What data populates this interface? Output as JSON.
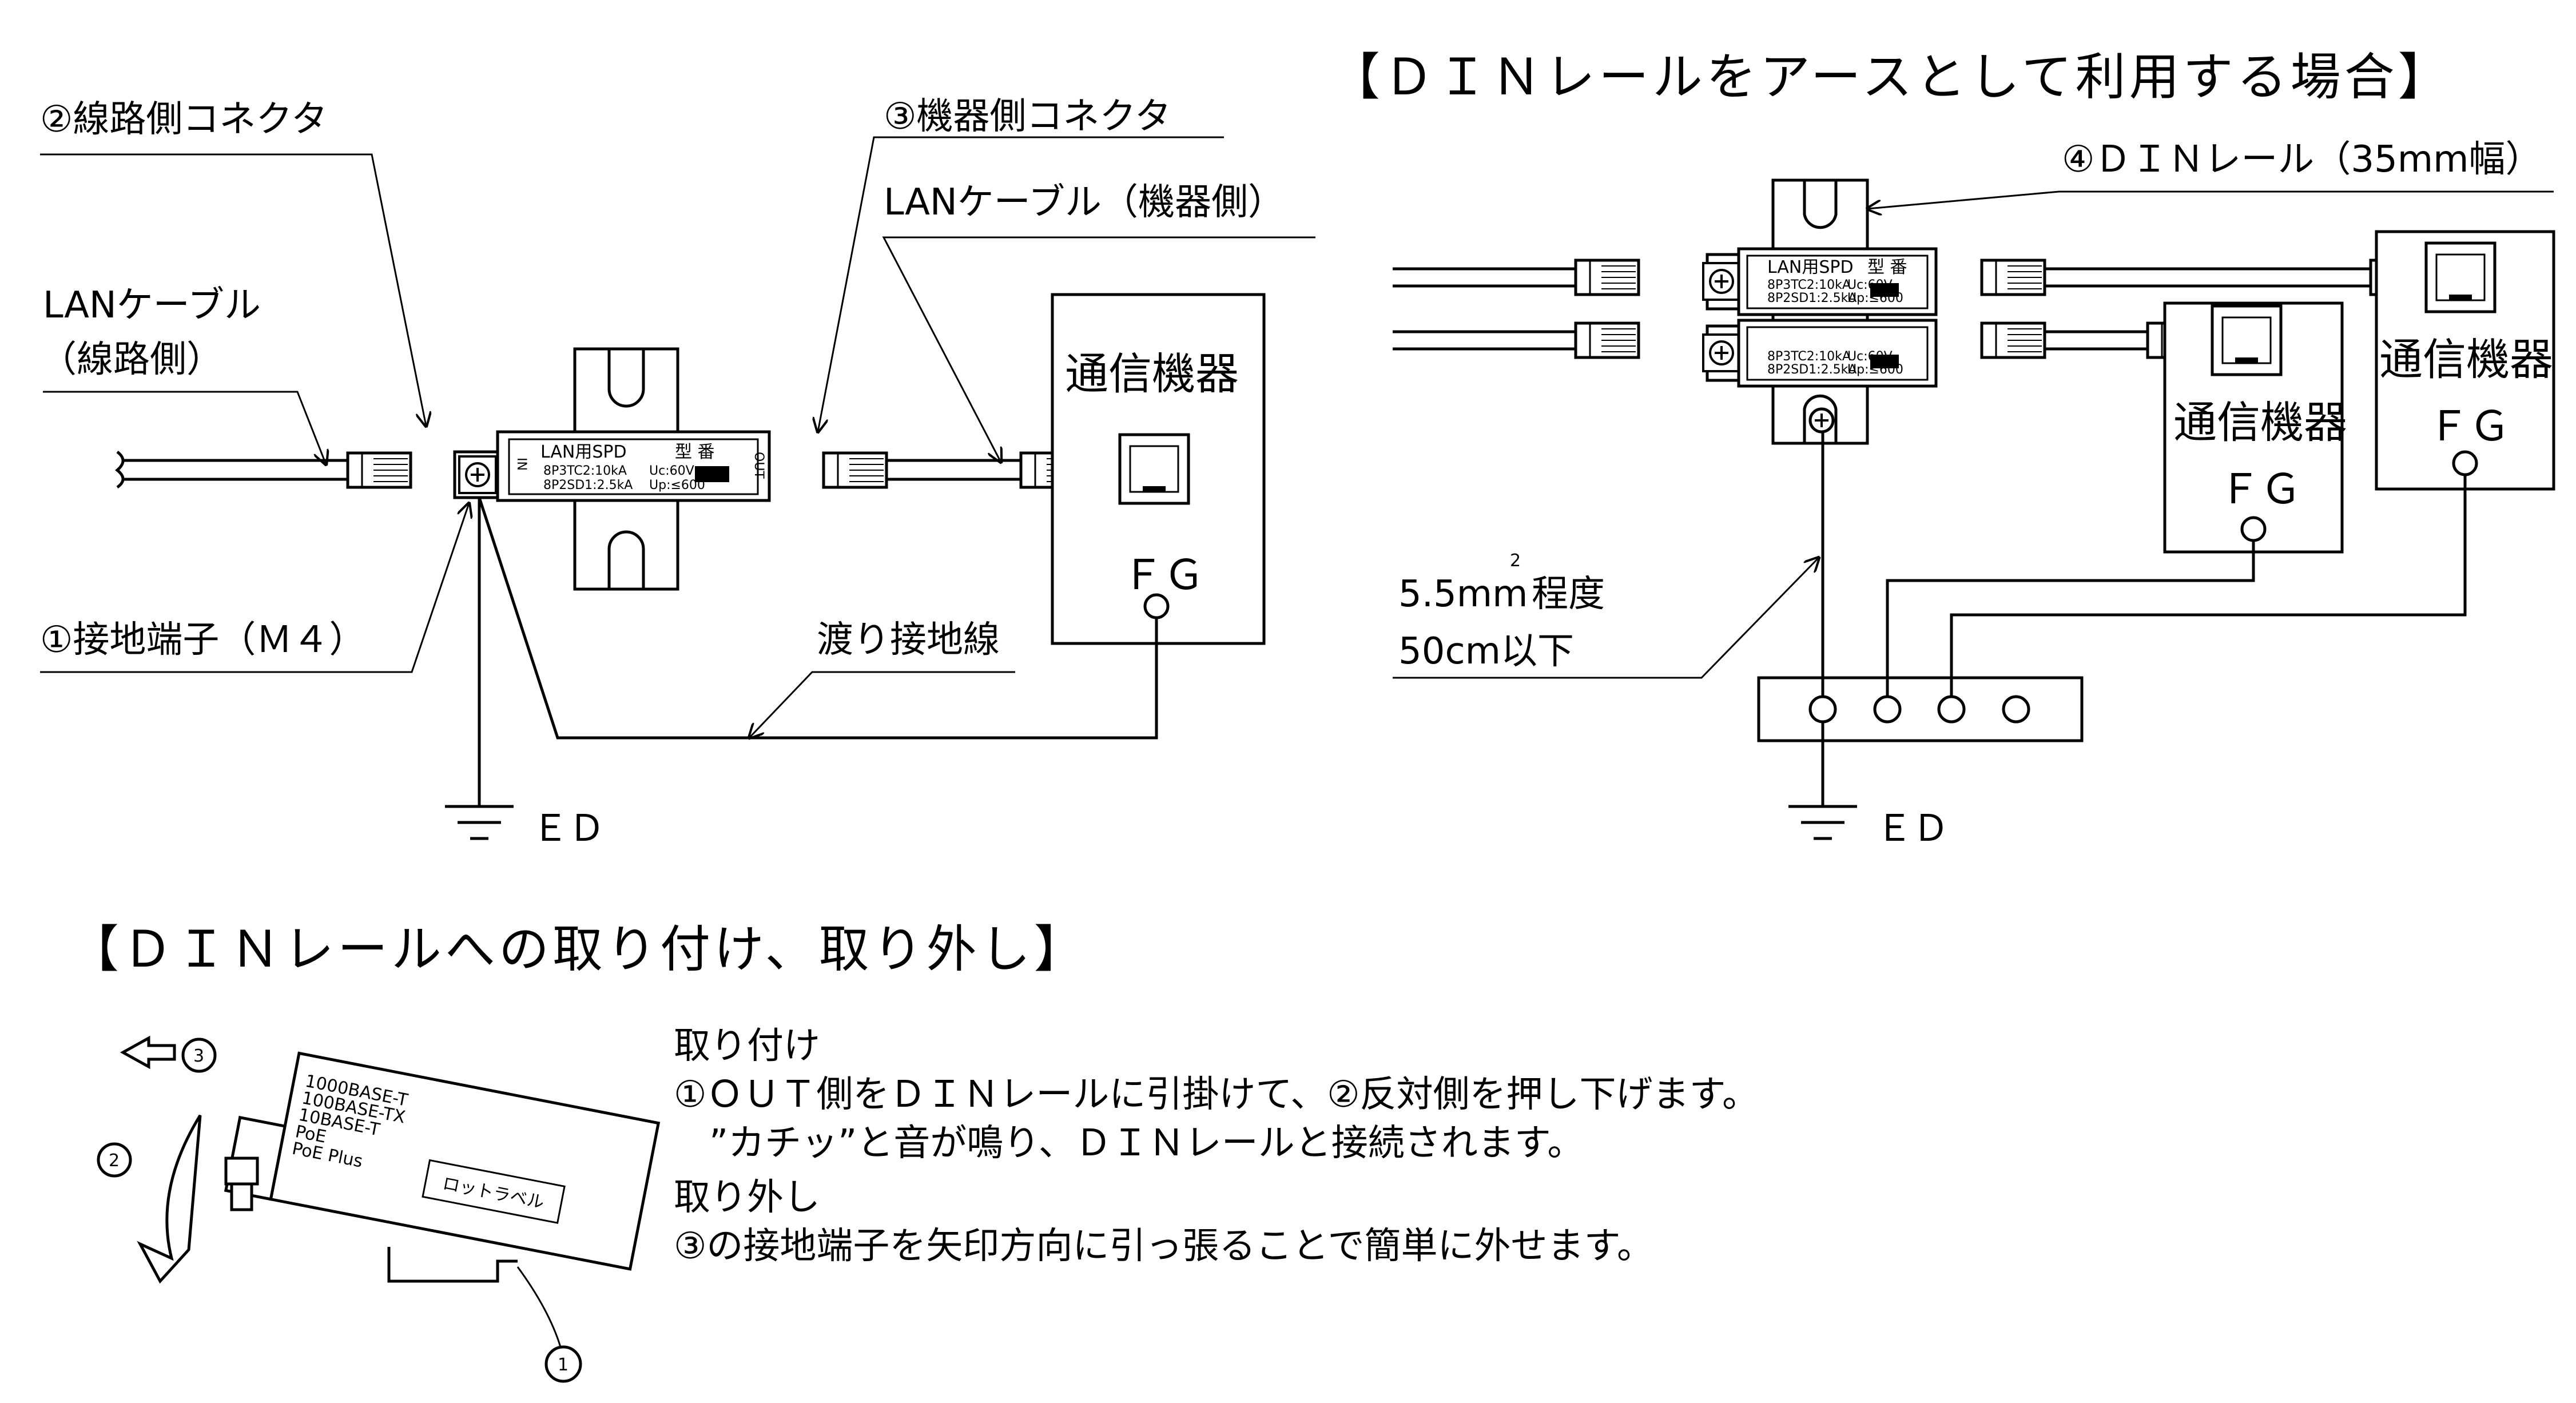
{
  "labels": {
    "line_connector": "②線路側コネクタ",
    "device_connector": "③機器側コネクタ",
    "lan_cable_device": "LANケーブル（機器側）",
    "lan_cable_line_1": "LANケーブル",
    "lan_cable_line_2": "（線路側）",
    "ground_terminal": "①接地端子（Ｍ４）",
    "bond_wire": "渡り接地線",
    "comm_device": "通信機器",
    "fg": "ＦＧ",
    "ed": "ＥＤ",
    "din_rail_35": "④ＤＩＮレール（35mm幅）",
    "wire_size": "5.5mm",
    "wire_size_sup": "2",
    "wire_size_suffix": "程度",
    "wire_length": "50cm以下",
    "spd_name": "LAN用SPD",
    "spd_model": "型 番",
    "spd_in": "IN",
    "spd_out": "OUT",
    "spd_spec1": "8P3TC2:10kA",
    "spd_spec2": "8P2SD1:2.5kA",
    "spd_spec3": "Uc:60V",
    "spd_spec4": "Up:≤600"
  },
  "titles": {
    "din_earth": "【ＤＩＮレールをアースとして利用する場合】",
    "mount": "【ＤＩＮレールへの取り付け、取り外し】"
  },
  "mount": {
    "marker1": "1",
    "marker2": "2",
    "marker3": "3",
    "device_lines": [
      "1000BASE-T",
      "100BASE-TX",
      "10BASE-T",
      "PoE",
      "PoE Plus"
    ],
    "lot_label": "ロットラベル",
    "attach_title": "取り付け",
    "attach_line1": "①ＯＵＴ側をＤＩＮレールに引掛けて、②反対側を押し下げます。",
    "attach_line2": "”カチッ”と音が鳴り、ＤＩＮレールと接続されます。",
    "detach_title": "取り外し",
    "detach_line1": "③の接地端子を矢印方向に引っ張ることで簡単に外せます。"
  }
}
